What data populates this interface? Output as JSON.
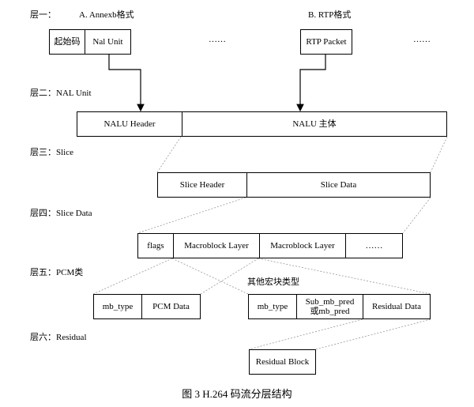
{
  "layers": {
    "l1": "层一：",
    "l2": "层二：NAL Unit",
    "l3": "层三：Slice",
    "l4": "层四：Slice Data",
    "l5": "层五：PCM类",
    "l6": "层六：Residual"
  },
  "formats": {
    "annexb": "A. Annexb格式",
    "rtp": "B. RTP格式"
  },
  "row1": {
    "start_code": "起始码",
    "nal_unit": "Nal Unit",
    "dots1": "……",
    "rtp_packet": "RTP Packet",
    "dots2": "……"
  },
  "row2": {
    "nalu_header": "NALU Header",
    "nalu_body": "NALU 主体"
  },
  "row3": {
    "slice_header": "Slice Header",
    "slice_data": "Slice Data"
  },
  "row4": {
    "flags": "flags",
    "mb1": "Macroblock Layer",
    "mb2": "Macroblock Layer",
    "dots": "……"
  },
  "row5": {
    "note": "其他宏块类型",
    "left_mb_type": "mb_type",
    "pcm_data": "PCM Data",
    "right_mb_type": "mb_type",
    "sub_mb_pred_1": "Sub_mb_pred",
    "sub_mb_pred_2": "或mb_pred",
    "residual_data": "Residual Data"
  },
  "row6": {
    "residual_block": "Residual Block"
  },
  "caption": "图 3 H.264 码流分层结构"
}
